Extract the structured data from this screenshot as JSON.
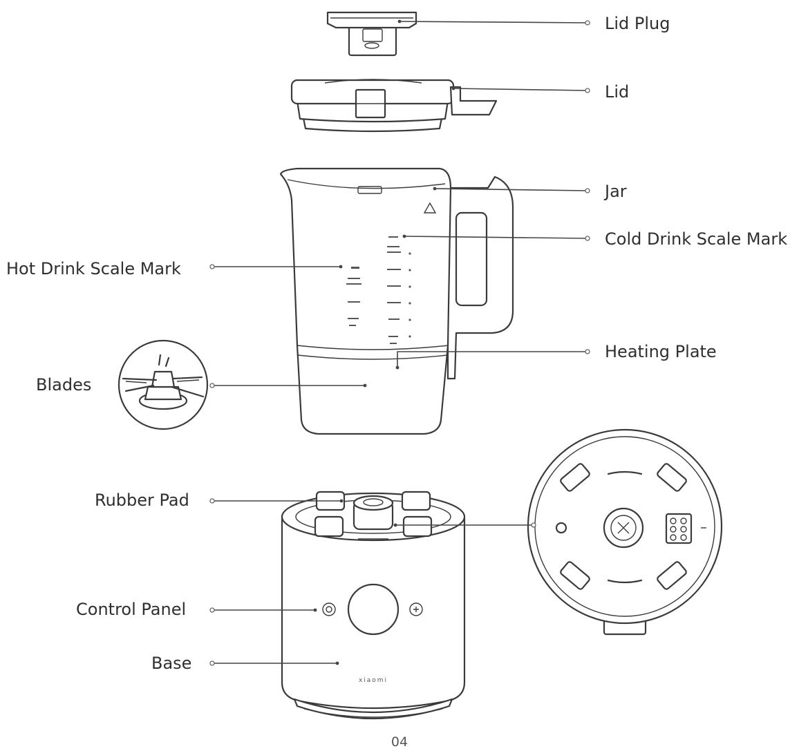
{
  "labels": {
    "lid_plug": "Lid Plug",
    "lid": "Lid",
    "jar": "Jar",
    "cold_drink_scale_mark": "Cold Drink Scale Mark",
    "hot_drink_scale_mark": "Hot Drink Scale Mark",
    "heating_plate": "Heating Plate",
    "blades": "Blades",
    "rubber_pad": "Rubber Pad",
    "control_panel": "Control Panel",
    "base": "Base"
  },
  "brand": "xiaomi",
  "page_number": "04",
  "colors": {
    "line": "#444444",
    "text": "#2f2f2f",
    "drawing": "#3a3a3a"
  }
}
